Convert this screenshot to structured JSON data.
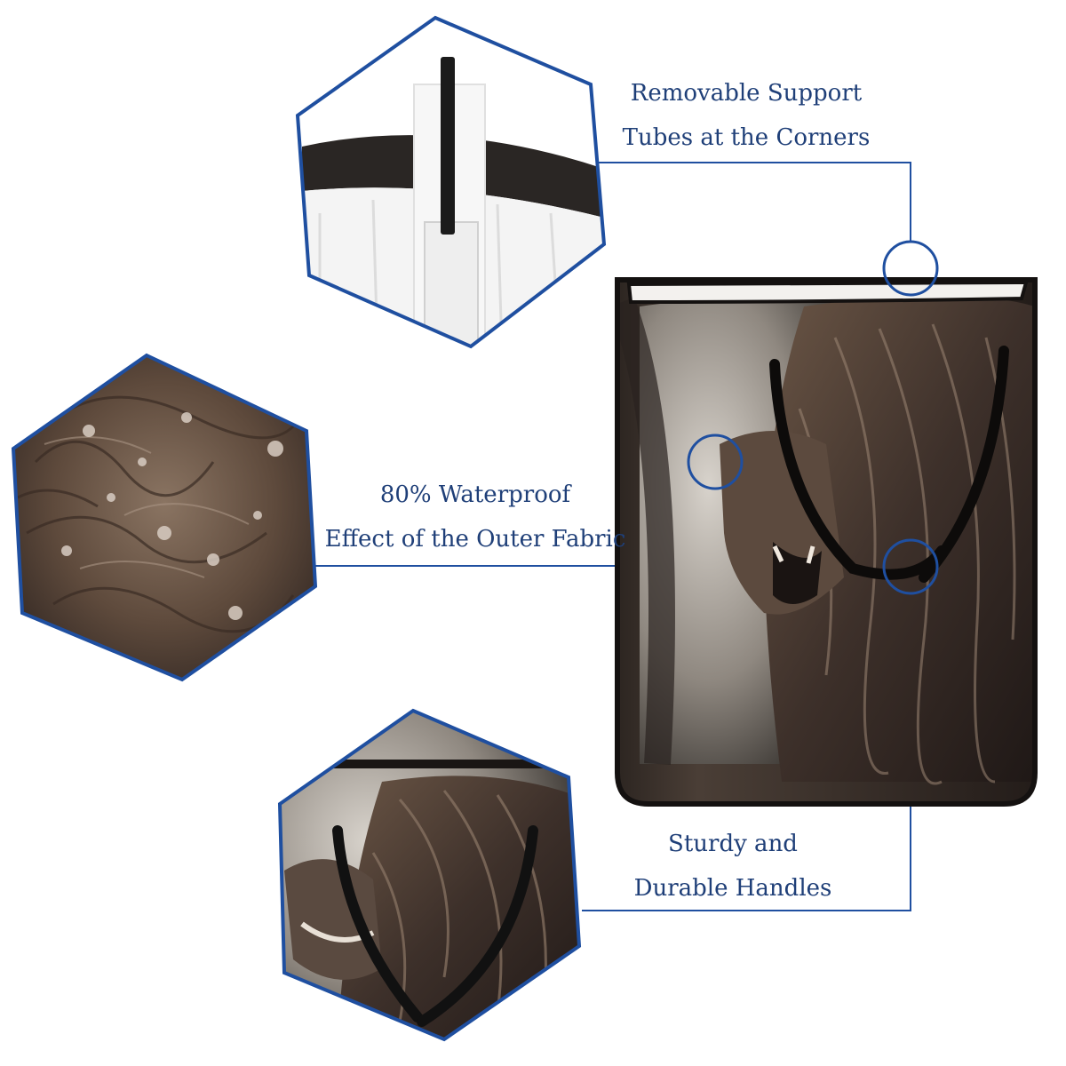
{
  "colors": {
    "accent": "#1f4fa0",
    "text": "#1f3f78"
  },
  "callouts": {
    "support_tubes": {
      "line1": "Removable Support",
      "line2": "Tubes at the Corners"
    },
    "waterproof": {
      "line1": "80% Waterproof",
      "line2": "Effect of the Outer Fabric"
    },
    "handles": {
      "line1": "Sturdy and",
      "line2": "Durable Handles"
    }
  },
  "icons": [
    "hexagon-detail-support-tube",
    "hexagon-detail-fabric-water-drops",
    "hexagon-detail-handle",
    "laundry-basket-lion-print",
    "magnifier-circle"
  ]
}
